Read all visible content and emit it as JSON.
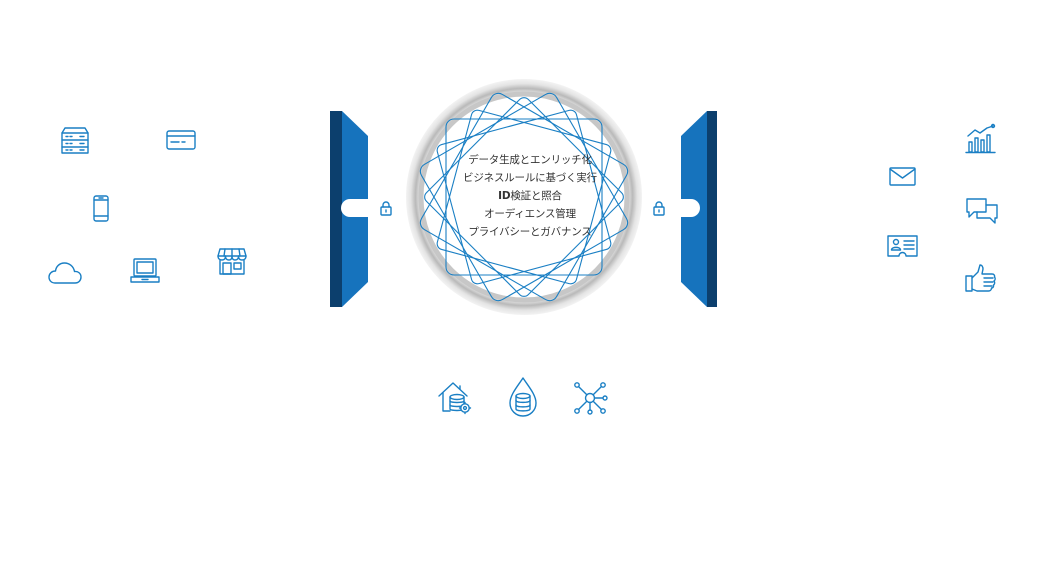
{
  "center": {
    "lines": [
      "データ生成とエンリッチ化",
      "ビジネスルールに基づく実行",
      "検証と照合",
      "オーディエンス管理",
      "プライバシーとガバナンス"
    ],
    "id_prefix": "ID"
  },
  "colors": {
    "accent": "#1a7fc4",
    "wall_dark": "#0c3f6d",
    "wall_mid": "#1673bd",
    "ring": "#c9c9c9"
  },
  "icons": {
    "left": [
      "server-icon",
      "credit-card-icon",
      "smartphone-icon",
      "cloud-icon",
      "laptop-icon",
      "store-icon"
    ],
    "right": [
      "analytics-chart-icon",
      "email-icon",
      "chat-icon",
      "id-card-icon",
      "thumbs-up-icon"
    ],
    "bottom": [
      "home-database-icon",
      "data-lake-icon",
      "network-node-icon"
    ],
    "locks": [
      "lock-icon",
      "lock-icon"
    ]
  }
}
